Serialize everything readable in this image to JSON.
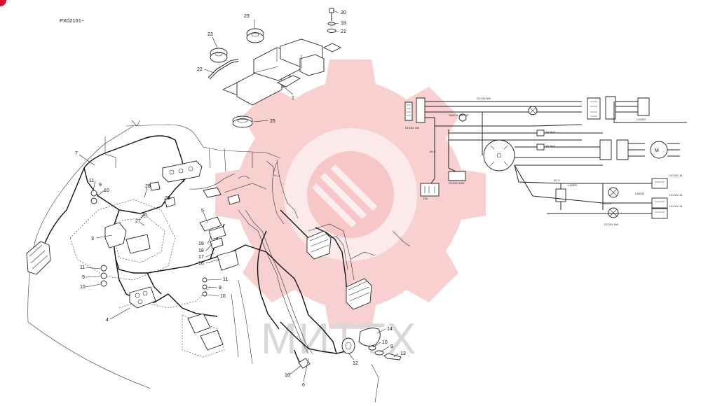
{
  "header": {
    "serial_range": "PX02101~"
  },
  "watermark": {
    "text": "МИТТХ",
    "color": "#f2a9a9"
  },
  "colors": {
    "badge": "#d4112a",
    "ink": "#222222"
  },
  "callouts": [
    "20",
    "18",
    "21",
    "23",
    "23",
    "22",
    "1",
    "25",
    "7",
    "11",
    "9",
    "10",
    "28",
    "29",
    "26",
    "27",
    "5",
    "3",
    "19",
    "18",
    "17",
    "16",
    "11",
    "9",
    "10",
    "11",
    "9",
    "10",
    "4",
    "14",
    "10",
    "9",
    "13",
    "12",
    "16",
    "6"
  ],
  "schematic_labels": {
    "l1": "DC24V 5W",
    "l2": "SWICH GAUGE",
    "l3": "DC24V 4W",
    "l4": "DC24V 40W",
    "l5": "DC24V 5W",
    "l6": "24V",
    "l7": "AV 3",
    "l8": "DC24V 14",
    "l9": "DC24V 14",
    "l10": "DC24V 14",
    "l11": "LASER",
    "l12": "LASER",
    "l13": "LASER",
    "l14": "2A 5A-F",
    "l15": "3A 5A-F",
    "l16": "AV 3",
    "l17": "DC12V"
  }
}
